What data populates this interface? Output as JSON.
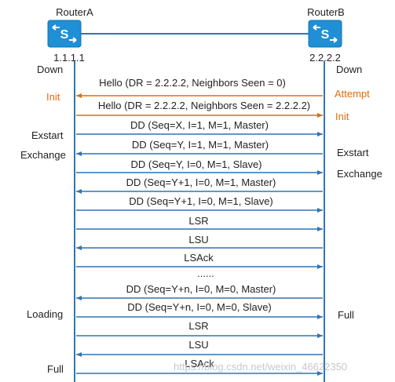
{
  "routers": {
    "a": {
      "name": "RouterA",
      "ip": "1.1.1.1"
    },
    "b": {
      "name": "RouterB",
      "ip": "2.2.2.2"
    }
  },
  "icons": {
    "router": "router-switch-icon"
  },
  "colors": {
    "line": "#2f75b5",
    "hello": "#e36c0a",
    "icon": "#1f8fd6"
  },
  "states": {
    "a": [
      {
        "text": "Down",
        "orange": false
      },
      {
        "text": "Init",
        "orange": true
      },
      {
        "text": "Exstart",
        "orange": false
      },
      {
        "text": "Exchange",
        "orange": false
      },
      {
        "text": "Loading",
        "orange": false
      },
      {
        "text": "Full",
        "orange": false
      }
    ],
    "b": [
      {
        "text": "Down",
        "orange": false
      },
      {
        "text": "Attempt",
        "orange": true
      },
      {
        "text": "Init",
        "orange": true
      },
      {
        "text": "Exstart",
        "orange": false
      },
      {
        "text": "Exchange",
        "orange": false
      },
      {
        "text": "Full",
        "orange": false
      }
    ]
  },
  "messages": [
    {
      "text": "Hello (DR = 2.2.2.2, Neighbors Seen = 0)",
      "dir": "left",
      "type": "hello"
    },
    {
      "text": "Hello (DR = 2.2.2.2, Neighbors Seen = 2.2.2.2)",
      "dir": "right",
      "type": "hello"
    },
    {
      "text": "DD (Seq=X, I=1, M=1, Master)",
      "dir": "right",
      "type": "dd"
    },
    {
      "text": "DD (Seq=Y, I=1, M=1, Master)",
      "dir": "left",
      "type": "dd"
    },
    {
      "text": "DD (Seq=Y, I=0, M=1, Slave)",
      "dir": "right",
      "type": "dd"
    },
    {
      "text": "DD (Seq=Y+1, I=0, M=1, Master)",
      "dir": "left",
      "type": "dd"
    },
    {
      "text": "DD (Seq=Y+1, I=0, M=1, Slave)",
      "dir": "right",
      "type": "dd"
    },
    {
      "text": "LSR",
      "dir": "right",
      "type": "dd"
    },
    {
      "text": "LSU",
      "dir": "left",
      "type": "dd"
    },
    {
      "text": "LSAck",
      "dir": "right",
      "type": "dd"
    },
    {
      "text": "......",
      "dir": "none",
      "type": "dots"
    },
    {
      "text": "DD (Seq=Y+n, I=0, M=0, Master)",
      "dir": "left",
      "type": "dd"
    },
    {
      "text": "DD (Seq=Y+n, I=0, M=0, Slave)",
      "dir": "right",
      "type": "dd"
    },
    {
      "text": "LSR",
      "dir": "right",
      "type": "dd"
    },
    {
      "text": "LSU",
      "dir": "left",
      "type": "dd"
    },
    {
      "text": "LSAck",
      "dir": "right",
      "type": "dd"
    }
  ],
  "watermark": "https://blog.csdn.net/weixin_46622350"
}
